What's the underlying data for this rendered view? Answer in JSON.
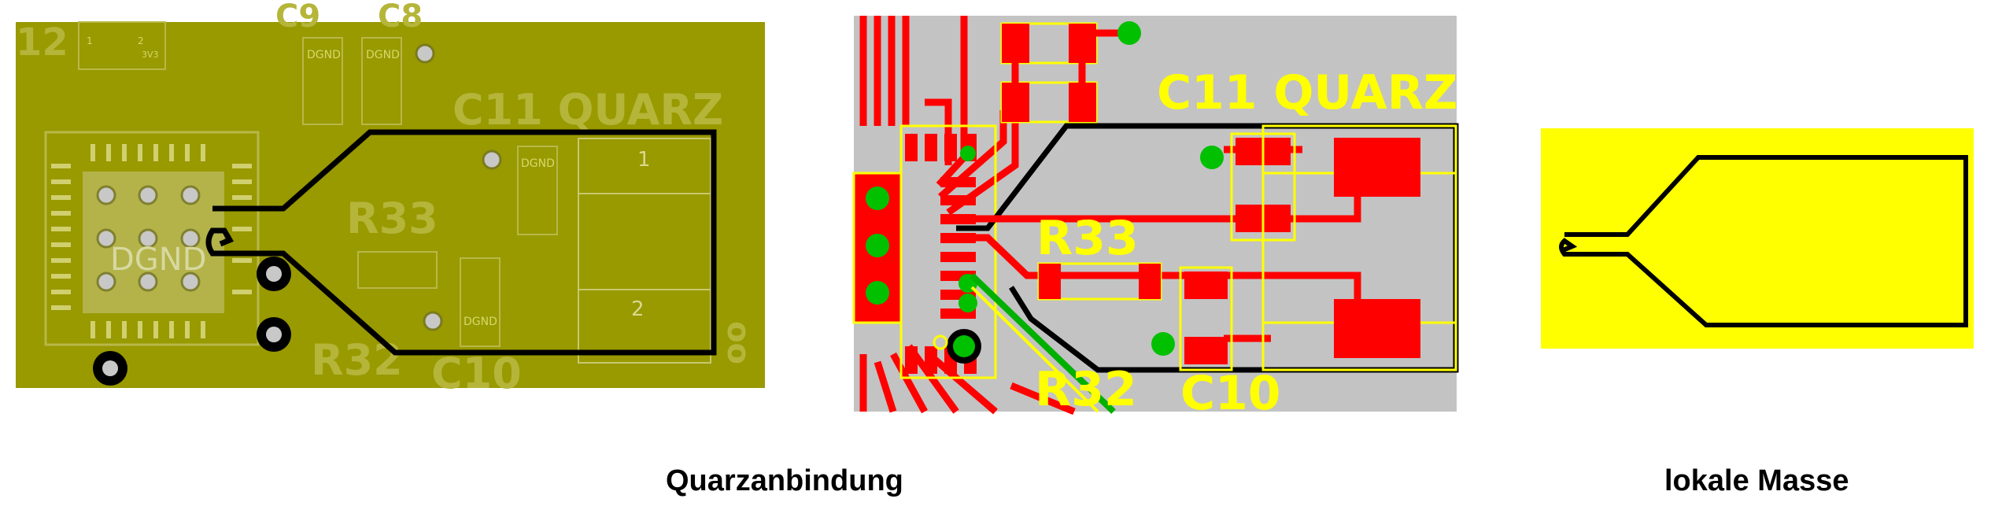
{
  "captions": {
    "left": "Quarzanbindung",
    "right": "lokale Masse"
  },
  "panel_a": {
    "labels": {
      "l12": "12",
      "pin1": "1",
      "dgnd_top": "DGND",
      "pin2": "2",
      "v3v3": "3V3",
      "c9": "C9",
      "c8": "C8",
      "c11_quarz": "C11 QUARZ",
      "r33": "R33",
      "r32": "R32",
      "c10": "C10",
      "dgnd_ic": "DGND",
      "quarz_pin1": "1",
      "quarz_pin2": "2",
      "oo": "oo"
    }
  },
  "panel_b": {
    "labels": {
      "c11_quarz": "C11 QUARZ",
      "r33": "R33",
      "r32": "R32",
      "c10": "C10"
    }
  },
  "panel_c": {},
  "colors": {
    "panel_a_bg": "#999900",
    "panel_b_bg": "#c3c3c3",
    "panel_c_bg": "#ffff00",
    "copper_red": "#ff0000",
    "silk_yellow": "#ffff00",
    "via_green": "#00b000",
    "outline_black": "#000000"
  }
}
